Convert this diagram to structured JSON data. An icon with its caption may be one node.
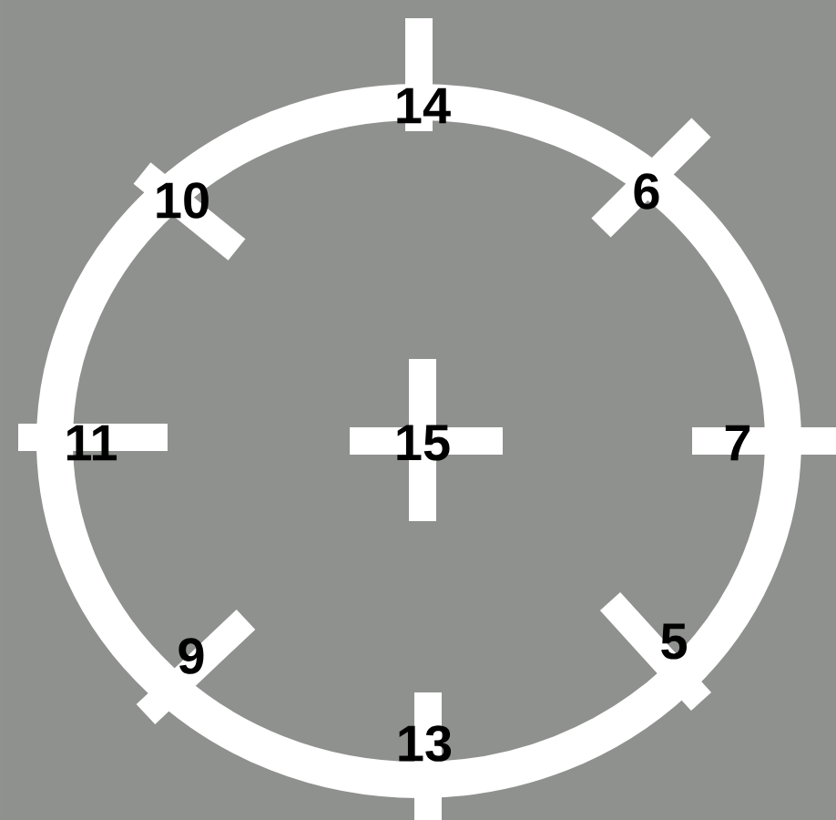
{
  "diagram": {
    "labels": [
      "14",
      "10",
      "6",
      "11",
      "15",
      "7",
      "9",
      "5",
      "13"
    ]
  }
}
